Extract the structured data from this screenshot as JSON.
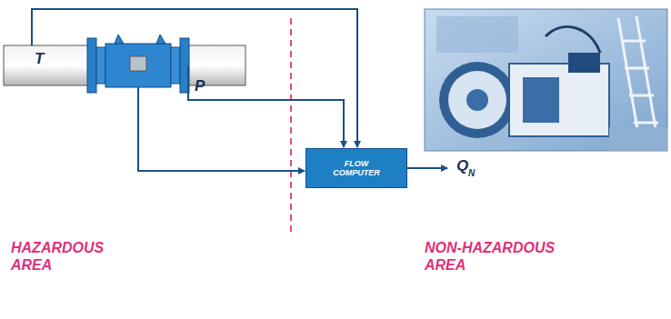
{
  "diagram": {
    "nodes": [
      {
        "text": [
          "FLOW COMPUTER"
        ]
      }
    ],
    "labels": [
      "T",
      "P",
      "Q",
      "N",
      "HAZARDOUS AREA",
      "NON-HAZARDOUS AREA"
    ]
  }
}
